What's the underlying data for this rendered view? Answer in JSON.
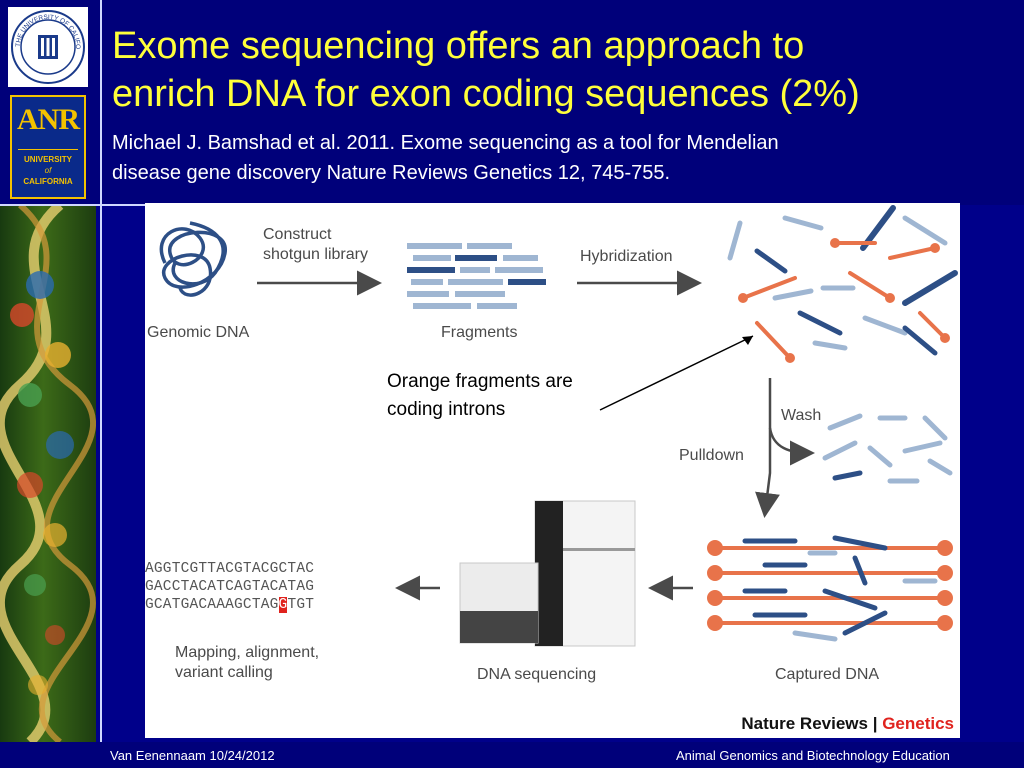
{
  "slide": {
    "title_line1": "Exome sequencing offers an approach to",
    "title_line2": "enrich DNA for exon coding sequences (2%)",
    "citation_line1": "Michael J. Bamshad et al. 2011. Exome sequencing as a tool for Mendelian",
    "citation_line2": "disease gene discovery Nature Reviews Genetics 12, 745-755."
  },
  "logos": {
    "uc_seal_text": "THE UNIVERSITY OF CALIFORNIA",
    "anr_letters": "ANR",
    "anr_line1": "UNIVERSITY",
    "anr_line2": "of",
    "anr_line3": "CALIFORNIA"
  },
  "figure": {
    "construct_line1": "Construct",
    "construct_line2": "shotgun library",
    "genomic_dna": "Genomic DNA",
    "fragments": "Fragments",
    "hybridization": "Hybridization",
    "wash": "Wash",
    "pulldown": "Pulldown",
    "captured_dna": "Captured DNA",
    "dna_sequencing": "DNA sequencing",
    "mapping_line1": "Mapping, alignment,",
    "mapping_line2": "variant calling",
    "seq_line1": "AGGTCGTTACGTACGCTAC",
    "seq_line2": "GACCTACATCAGTACATAG",
    "seq_line3_pre": "GCATGACAAAGCTAG",
    "seq_line3_hl": "G",
    "seq_line3_post": "TGT",
    "credit_nature": "Nature Reviews",
    "credit_sep": " | ",
    "credit_genetics": "Genetics"
  },
  "annotation": {
    "line1": "Orange fragments are",
    "line2": "coding introns"
  },
  "footer": {
    "left": "Van Eenennaam 10/24/2012",
    "right": "Animal Genomics and Biotechnology Education"
  },
  "colors": {
    "background": "#00008a",
    "title": "#ffff3a",
    "orange_fragment": "#e8734a",
    "navy_fragment": "#2d4f86",
    "light_fragment": "#9fb6d2"
  }
}
